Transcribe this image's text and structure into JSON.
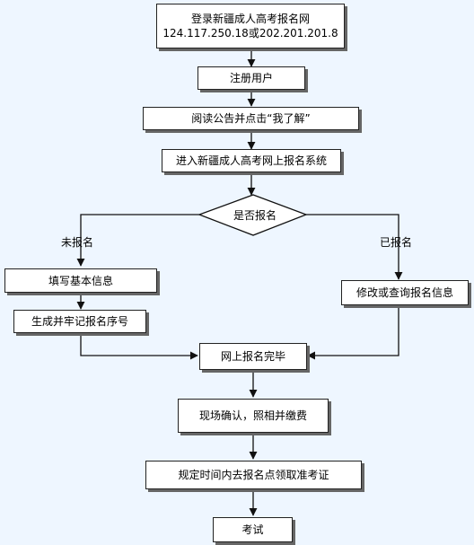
{
  "start_node": {
    "line1": "登录新疆成人高考报名网",
    "line2": "124.117.250.18或202.201.201.8"
  },
  "nodes": {
    "register": "注册用户",
    "read_notice": "阅读公告并点击“我了解”",
    "enter_system": "进入新疆成人高考网上报名系统",
    "decision": "是否报名",
    "fill_info": "填写基本信息",
    "gen_number": "生成并牢记报名序号",
    "modify_query": "修改或查询报名信息",
    "online_done": "网上报名完毕",
    "confirm_pay": "现场确认，照相并缴费",
    "get_ticket": "规定时间内去报名点领取准考证",
    "exam": "考试"
  },
  "branches": {
    "not_registered": "未报名",
    "registered": "已报名"
  }
}
